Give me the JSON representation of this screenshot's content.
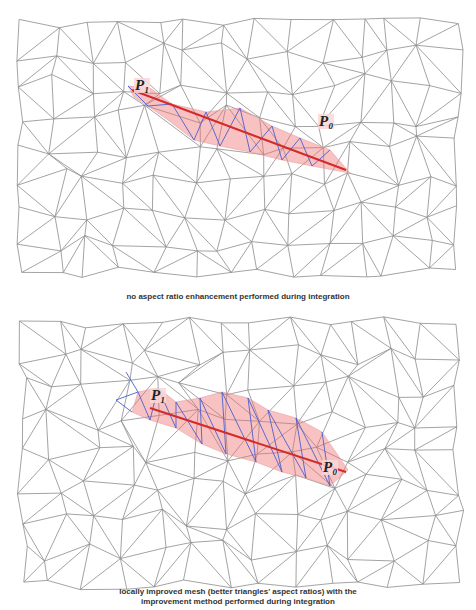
{
  "diagram": {
    "labels": [
      "P₁",
      "P₀",
      "no aspect ratio enhancement performed during integration",
      "P₁",
      "P₀",
      "locally improved mesh (better triangles' aspect ratios) with the improvement method performed during integration"
    ]
  }
}
